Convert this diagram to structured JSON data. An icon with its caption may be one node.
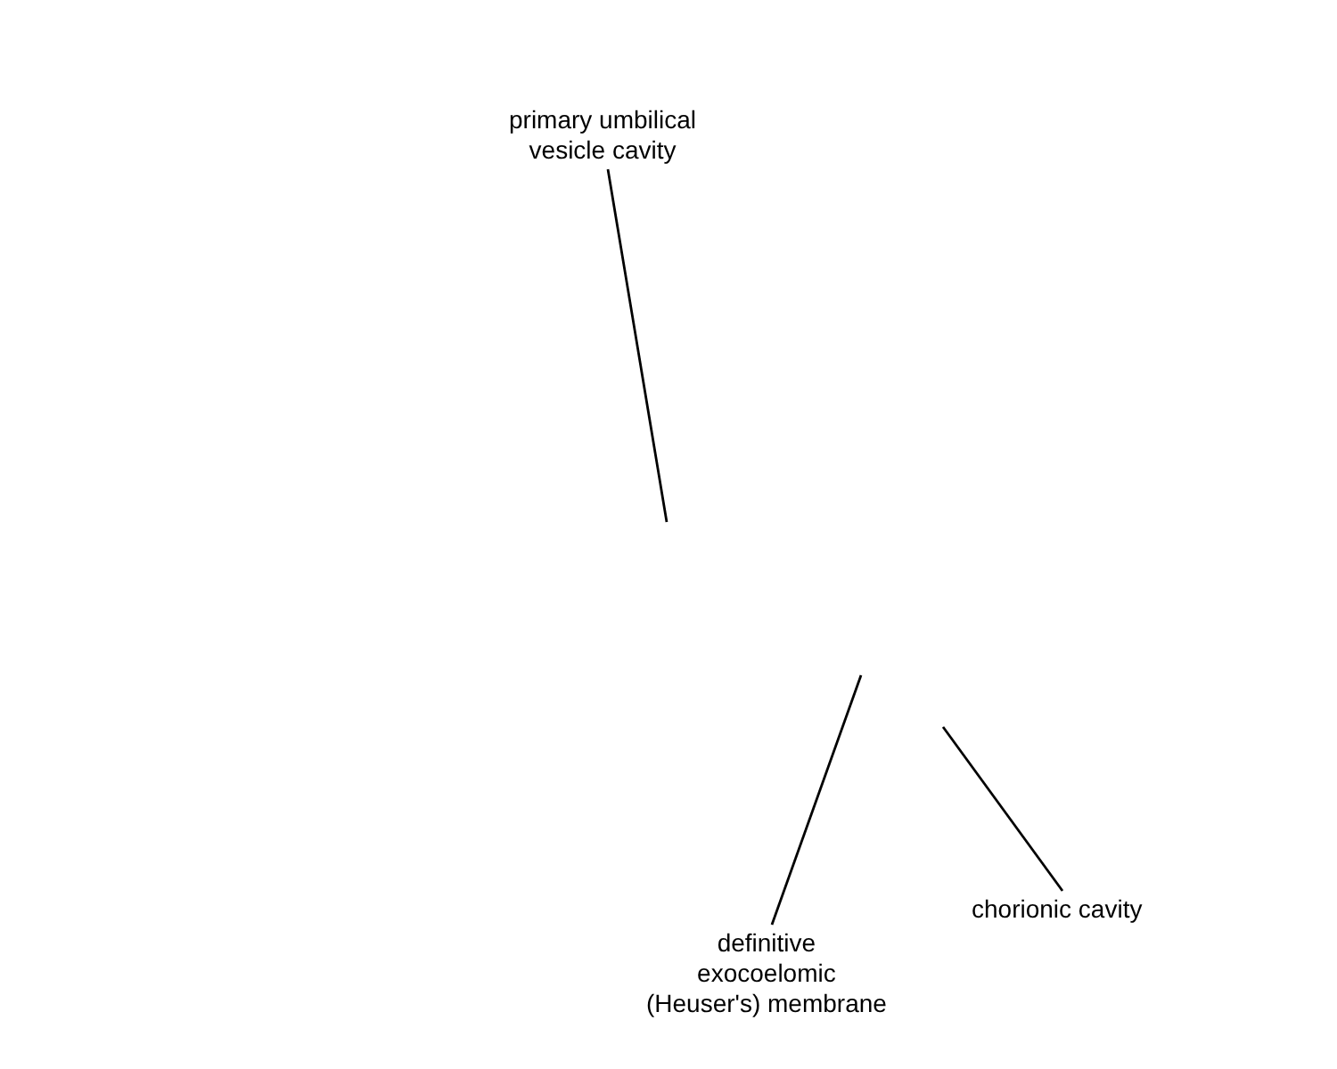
{
  "diagram": {
    "nodes": [
      {
        "text": [
          "primary umbilical vesicle cavity"
        ]
      },
      {
        "text": [
          "definitive exocoelomic (Heuser's) membrane"
        ]
      },
      {
        "text": [
          "chorionic cavity"
        ]
      }
    ],
    "edges": [
      {
        "from": 0,
        "to": null,
        "arrow": "none"
      },
      {
        "from": 1,
        "to": null,
        "arrow": "none"
      },
      {
        "from": 2,
        "to": null,
        "arrow": "none"
      }
    ]
  }
}
